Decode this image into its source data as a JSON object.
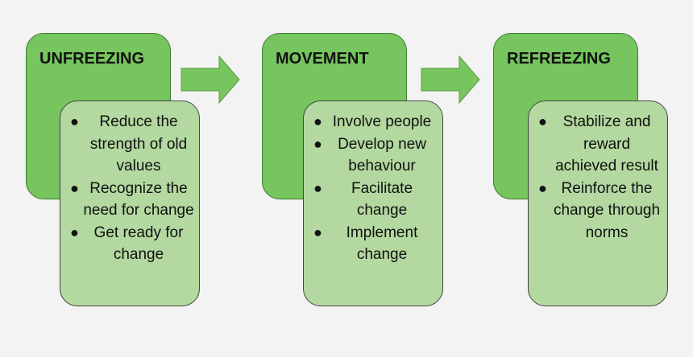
{
  "stages": [
    {
      "title": "UNFREEZING",
      "items": [
        "Reduce the strength of old values",
        "Recognize the need for change",
        "Get ready for change"
      ]
    },
    {
      "title": "MOVEMENT",
      "items": [
        "Involve people",
        "Develop new behaviour",
        "Facilitate change",
        "Implement change"
      ]
    },
    {
      "title": "REFREEZING",
      "items": [
        "Stabilize and reward achieved result",
        "Reinforce the change through norms"
      ]
    }
  ],
  "bullet_glyph": "●",
  "colors": {
    "background": "#f3f3f3",
    "head_fill": "#76c55e",
    "detail_fill": "#b3d9a0",
    "arrow_fill": "#76c55e"
  }
}
